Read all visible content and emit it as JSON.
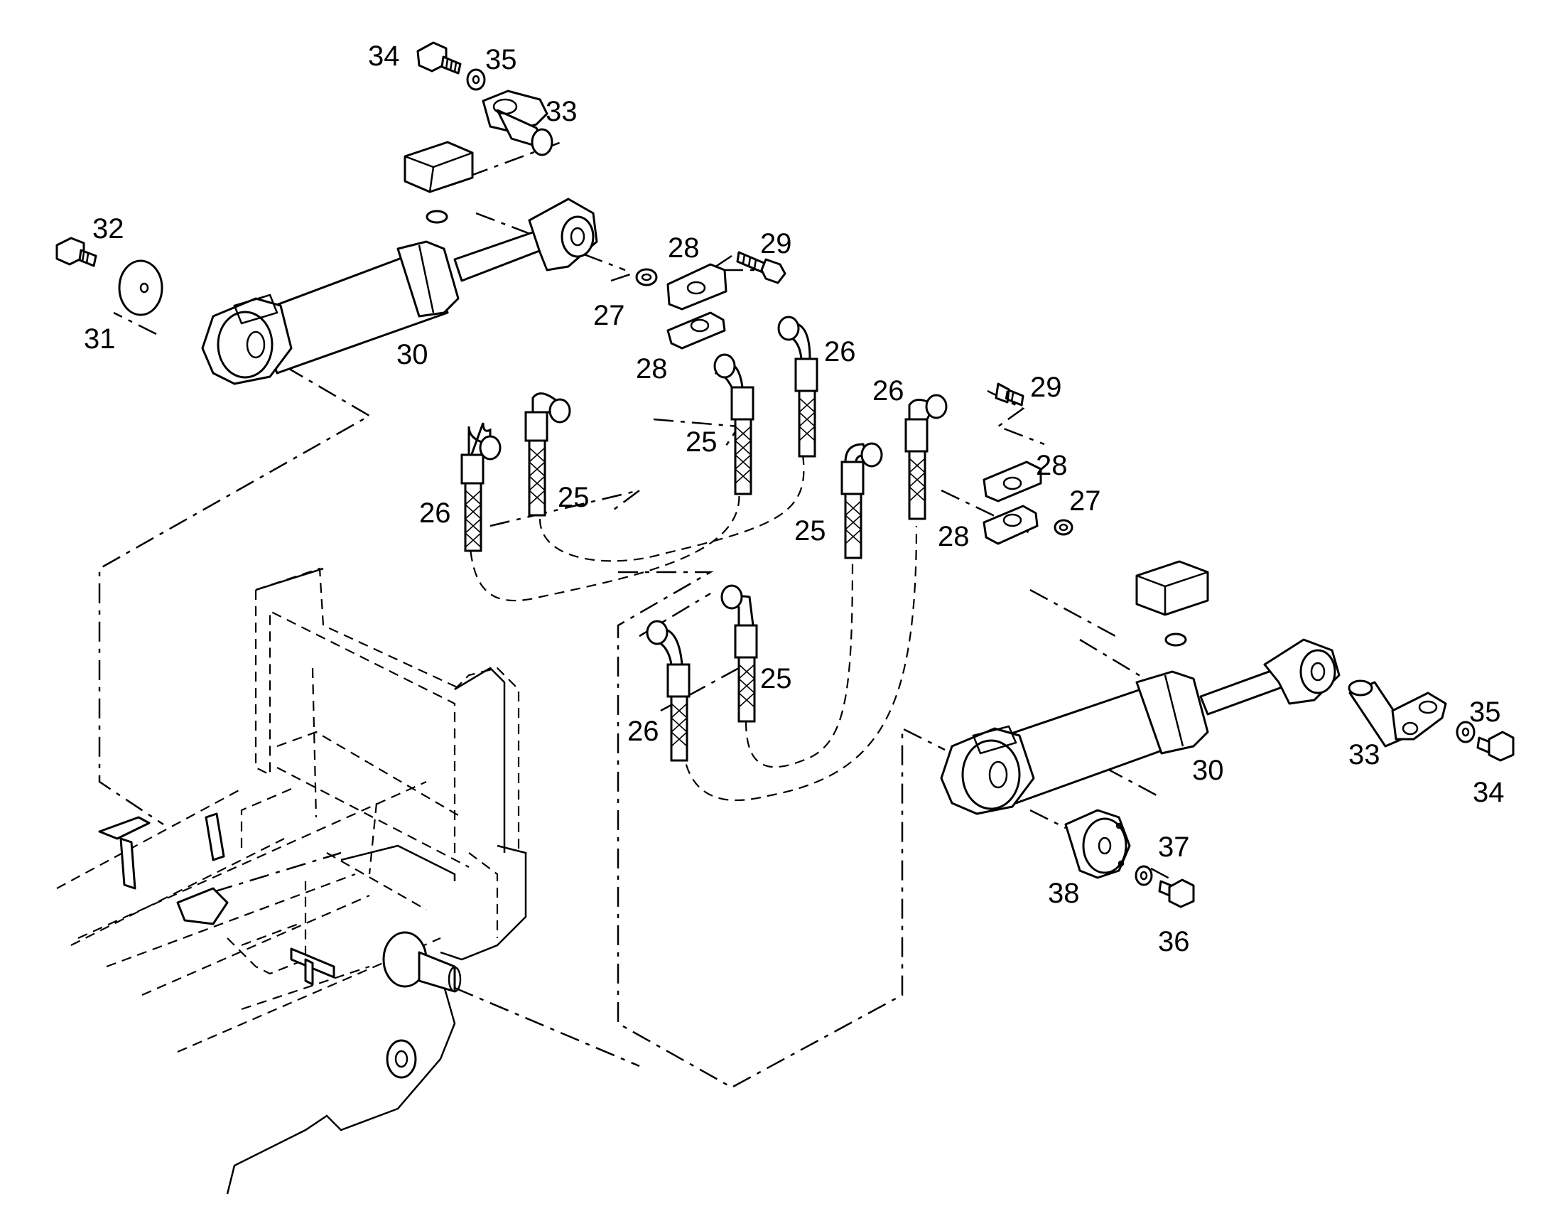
{
  "colors": {
    "line": "#000000",
    "background": "#ffffff"
  },
  "callouts": {
    "c34a": "34",
    "c35a": "35",
    "c33a": "33",
    "c32": "32",
    "c31": "31",
    "c30a": "30",
    "c28a": "28",
    "c29a": "29",
    "c27a": "27",
    "c28b": "28",
    "c26a": "26",
    "c25a": "25",
    "c26b": "26",
    "c25b": "25",
    "c26c": "26",
    "c29b": "29",
    "c28c": "28",
    "c27b": "27",
    "c28d": "28",
    "c25c": "25",
    "c25d": "25",
    "c26d": "26",
    "c35b": "35",
    "c33b": "33",
    "c30b": "30",
    "c34b": "34",
    "c37": "37",
    "c38": "38",
    "c36": "36"
  }
}
